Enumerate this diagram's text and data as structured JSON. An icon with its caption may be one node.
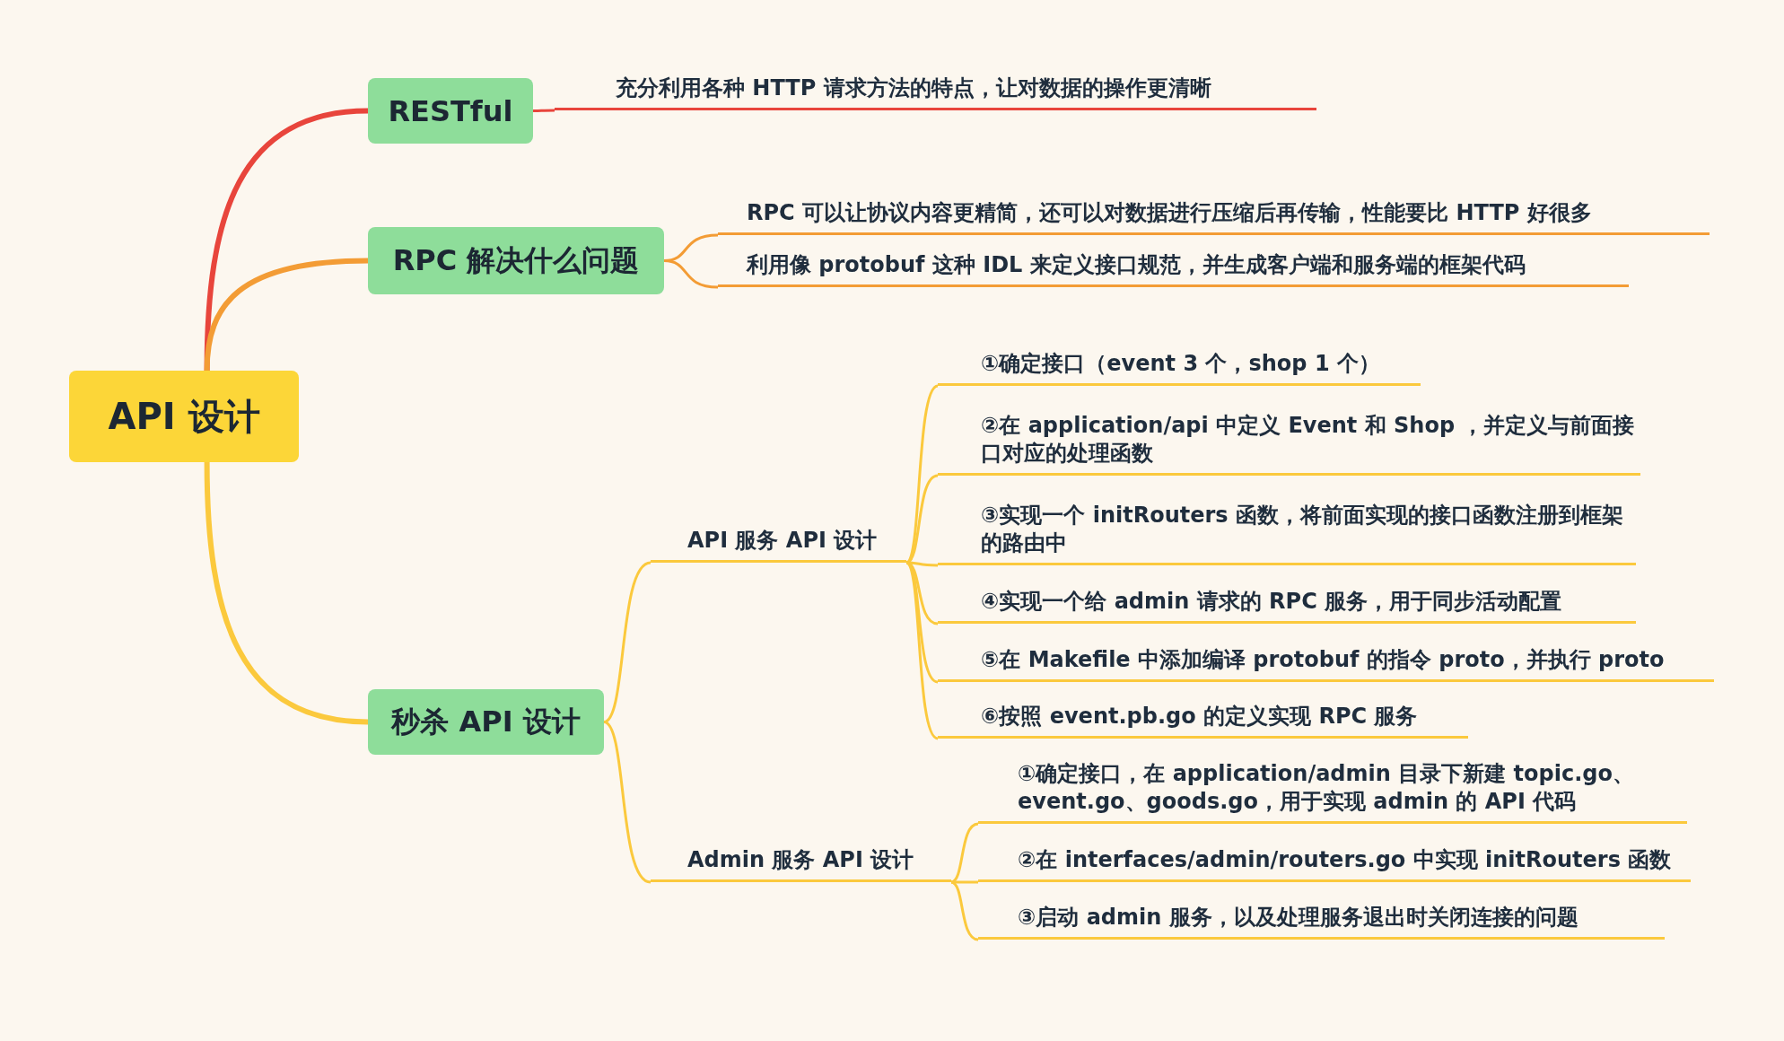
{
  "diagram": {
    "nodes": [
      {
        "text": [
          "API 设计"
        ]
      },
      {
        "text": [
          "RESTful"
        ]
      },
      {
        "text": [
          "充分利用各种 HTTP 请求方法的特点，让对数据的操作更清晰"
        ]
      },
      {
        "text": [
          "RPC 解决什么问题"
        ]
      },
      {
        "text": [
          "RPC 可以让协议内容更精简，还可以对数据进行压缩后再传输，性能要比 HTTP 好很多"
        ]
      },
      {
        "text": [
          "利用像 protobuf 这种 IDL 来定义接口规范，并生成客户端和服务端的框架代码"
        ]
      },
      {
        "text": [
          "秒杀 API 设计"
        ]
      },
      {
        "text": [
          "API 服务 API 设计"
        ]
      },
      {
        "text": [
          "①确定接口（event 3 个，shop 1 个）"
        ]
      },
      {
        "text": [
          "②在 application/api 中定义 Event 和 Shop ，并定义与前面接口对应的处理函数"
        ]
      },
      {
        "text": [
          "③实现一个 initRouters 函数，将前面实现的接口函数注册到框架的路由中"
        ]
      },
      {
        "text": [
          "④实现一个给 admin 请求的 RPC 服务，用于同步活动配置"
        ]
      },
      {
        "text": [
          "⑤在 Makefile 中添加编译 protobuf 的指令 proto，并执行 proto"
        ]
      },
      {
        "text": [
          "⑥按照 event.pb.go 的定义实现 RPC 服务"
        ]
      },
      {
        "text": [
          "Admin 服务 API 设计"
        ]
      },
      {
        "text": [
          "①确定接口，在 application/admin  目录下新建 topic.go、event.go、goods.go，用于实现 admin 的 API 代码"
        ]
      },
      {
        "text": [
          "②在 interfaces/admin/routers.go 中实现 initRouters 函数"
        ]
      },
      {
        "text": [
          "③启动 admin 服务，以及处理服务退出时关闭连接的问题"
        ]
      }
    ],
    "edges": [
      {
        "from": 0,
        "to": 1,
        "arrow": "none",
        "color": "#e8453c",
        "style": "thick"
      },
      {
        "from": 0,
        "to": 3,
        "arrow": "none",
        "color": "#f39c35",
        "style": "thick"
      },
      {
        "from": 0,
        "to": 6,
        "arrow": "none",
        "style": "thick"
      },
      {
        "from": 1,
        "to": 2,
        "arrow": "none",
        "color": "#e8453c"
      },
      {
        "from": 3,
        "to": 4,
        "arrow": "none",
        "color": "#f39c35"
      },
      {
        "from": 3,
        "to": 5,
        "arrow": "none",
        "color": "#f39c35"
      },
      {
        "from": 6,
        "to": 7,
        "arrow": "none"
      },
      {
        "from": 6,
        "to": 14,
        "arrow": "none"
      },
      {
        "from": 7,
        "to": 8,
        "arrow": "none"
      },
      {
        "from": 7,
        "to": 9,
        "arrow": "none"
      },
      {
        "from": 7,
        "to": 10,
        "arrow": "none"
      },
      {
        "from": 7,
        "to": 11,
        "arrow": "none"
      },
      {
        "from": 7,
        "to": 12,
        "arrow": "none"
      },
      {
        "from": 7,
        "to": 13,
        "arrow": "none"
      },
      {
        "from": 14,
        "to": 15,
        "arrow": "none"
      },
      {
        "from": 14,
        "to": 16,
        "arrow": "none"
      },
      {
        "from": 14,
        "to": 17,
        "arrow": "none"
      }
    ]
  }
}
